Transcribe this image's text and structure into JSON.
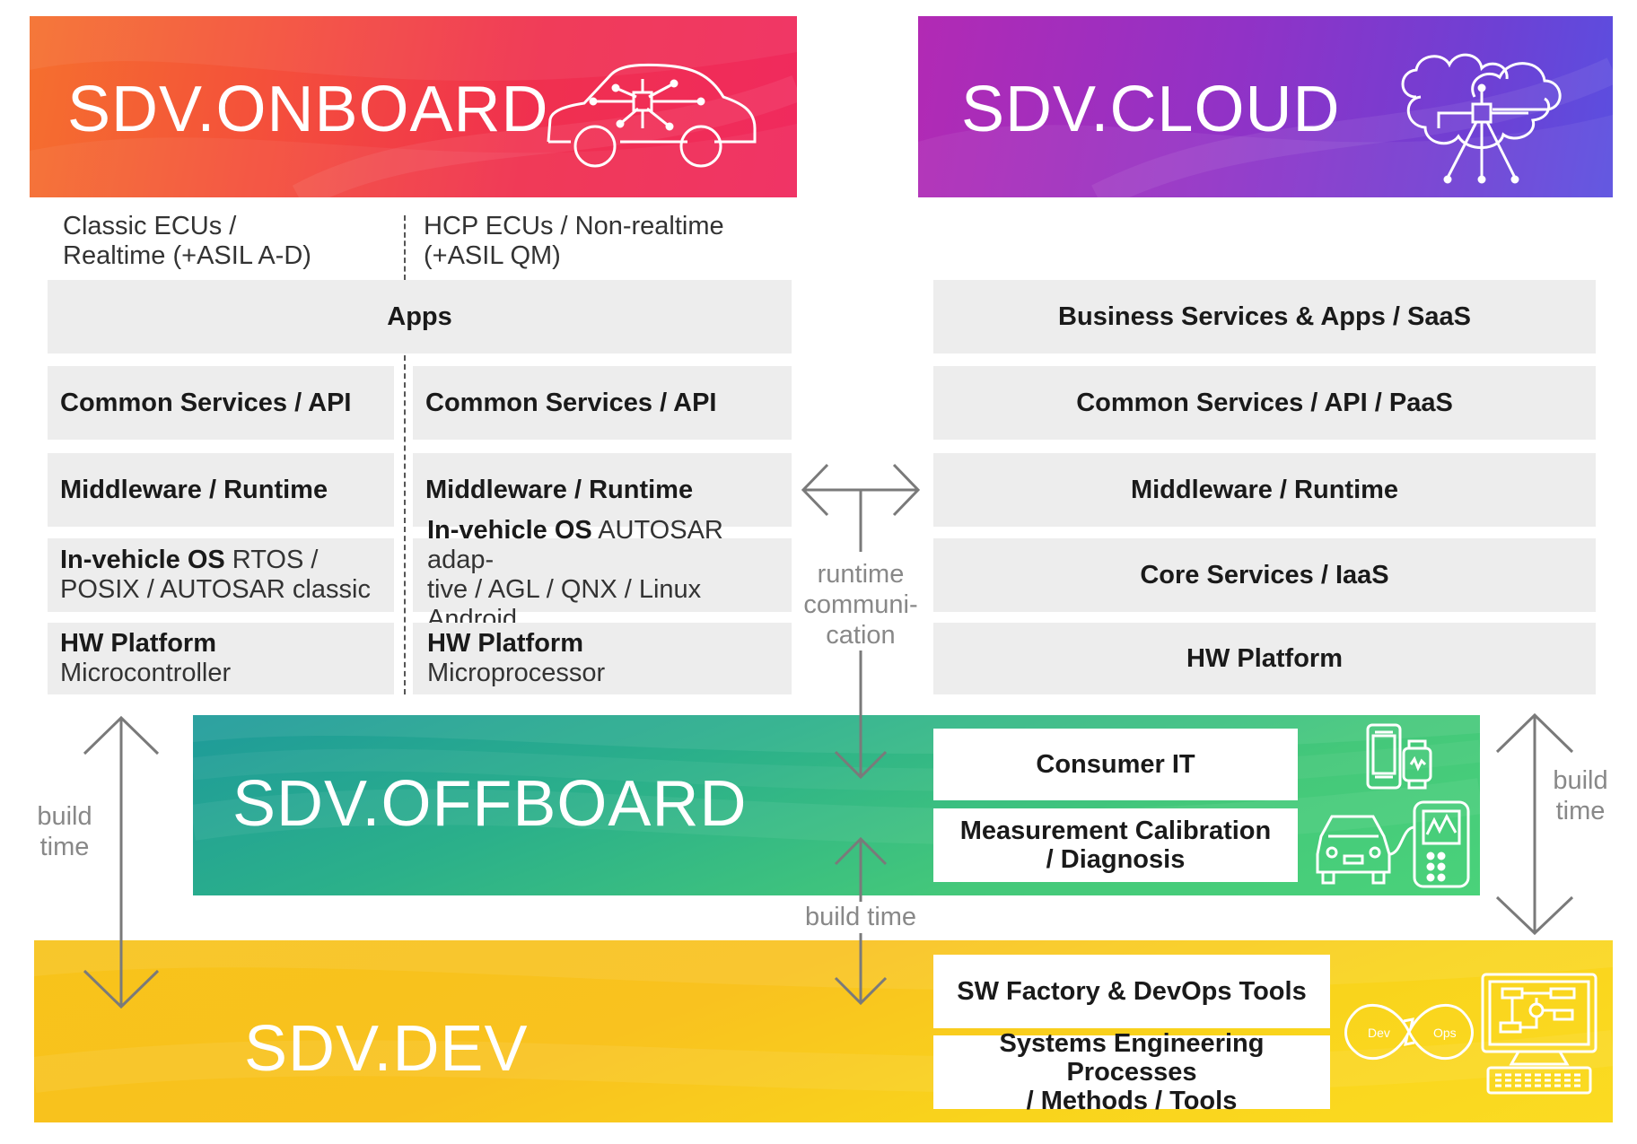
{
  "onboard": {
    "title": "SDV.ONBOARD",
    "col1_header_line1": "Classic ECUs /",
    "col1_header_line2": "Realtime (+ASIL A-D)",
    "col2_header_line1": "HCP ECUs / Non-realtime",
    "col2_header_line2": "(+ASIL QM)",
    "apps": "Apps",
    "col1": {
      "common_services": "Common Services / API",
      "middleware": "Middleware / Runtime",
      "os_bold": "In-vehicle OS",
      "os_line1_rest": " RTOS /",
      "os_line2": "POSIX / AUTOSAR classic",
      "hw_bold": "HW Platform",
      "hw_detail": "Microcontroller"
    },
    "col2": {
      "common_services": "Common Services / API",
      "middleware": "Middleware / Runtime",
      "os_bold": "In-vehicle OS",
      "os_line1_rest": " AUTOSAR adap-",
      "os_line2": "tive / AGL / QNX / Linux Android",
      "hw_bold": "HW Platform",
      "hw_detail": "Microprocessor"
    }
  },
  "cloud": {
    "title": "SDV.CLOUD",
    "layers": [
      "Business Services & Apps / SaaS",
      "Common Services / API / PaaS",
      "Middleware / Runtime",
      "Core Services / IaaS",
      "HW Platform"
    ]
  },
  "offboard": {
    "title": "SDV.OFFBOARD",
    "consumer_it": "Consumer IT",
    "measurement_line1": "Measurement Calibration",
    "measurement_line2": "/ Diagnosis"
  },
  "dev": {
    "title": "SDV.DEV",
    "sw_factory": "SW Factory & DevOps Tools",
    "systems_line1": "Systems Engineering Processes",
    "systems_line2": "/ Methods / Tools",
    "devops_left": "Dev",
    "devops_right": "Ops"
  },
  "connectors": {
    "runtime_line1": "runtime",
    "runtime_line2": "communi-",
    "runtime_line3": "cation",
    "build_time_left_line1": "build",
    "build_time_left_line2": "time",
    "build_time_right_line1": "build",
    "build_time_right_line2": "time",
    "build_time_center": "build time"
  },
  "colors": {
    "onboard": "#f0304f",
    "cloud": "#9132c6",
    "offboard": "#2bb08a",
    "dev": "#f9c21f",
    "box_grey": "#ededed",
    "arrow_grey": "#7a7a7a"
  },
  "icons": [
    "car-circuit-icon",
    "cloud-circuit-icon",
    "smartphone-watch-icon",
    "car-diagnostic-device-icon",
    "devops-infinity-icon",
    "computer-workflow-icon"
  ]
}
